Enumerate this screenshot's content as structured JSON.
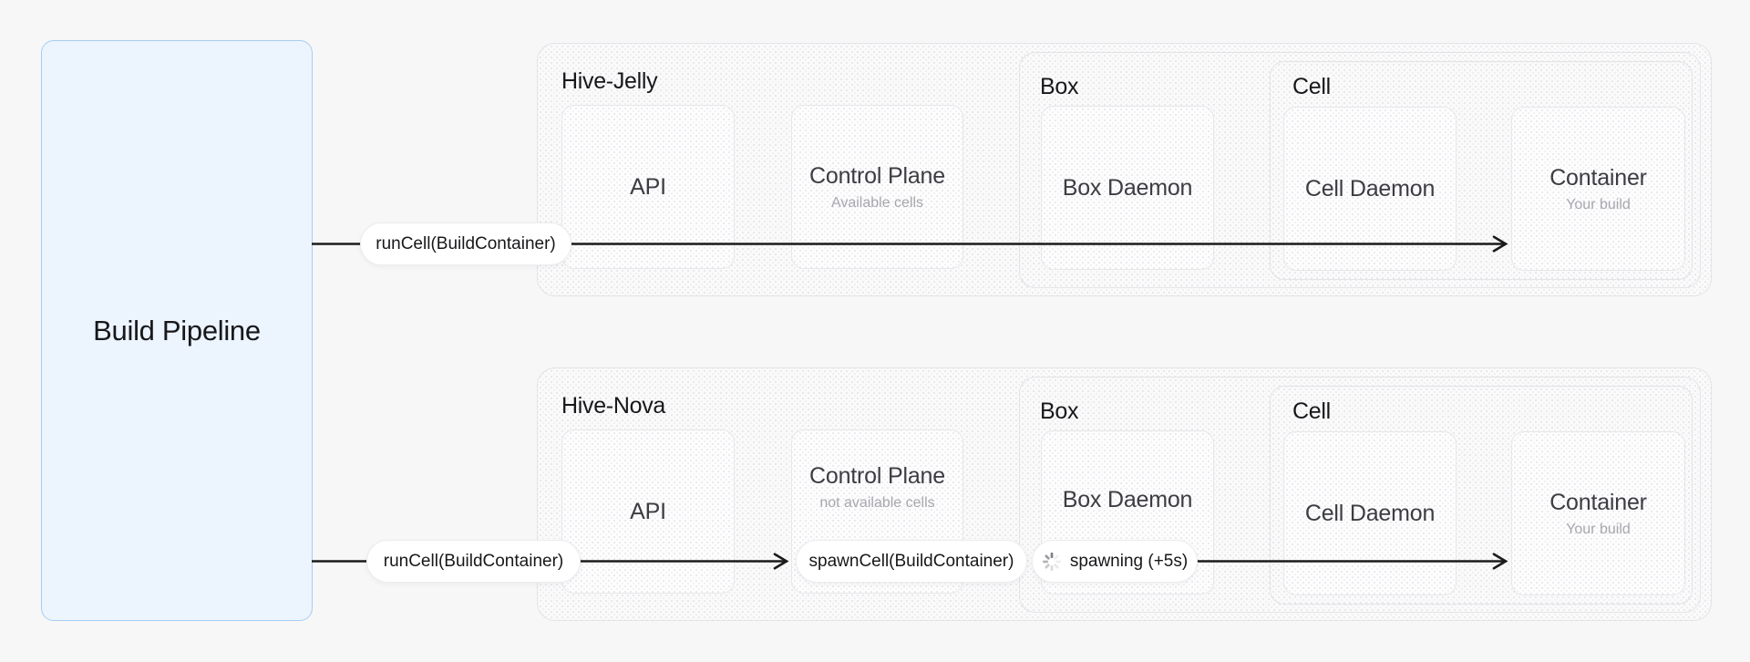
{
  "pipeline": {
    "label": "Build Pipeline"
  },
  "hives": [
    {
      "title": "Hive-Jelly",
      "api_label": "API",
      "control_plane": {
        "label": "Control Plane",
        "caption": "Available cells"
      },
      "box": {
        "title": "Box",
        "daemon_label": "Box Daemon",
        "cell": {
          "title": "Cell",
          "daemon_label": "Cell Daemon",
          "container": {
            "label": "Container",
            "caption": "Your build"
          }
        }
      }
    },
    {
      "title": "Hive-Nova",
      "api_label": "API",
      "control_plane": {
        "label": "Control Plane",
        "caption": "not available cells"
      },
      "box": {
        "title": "Box",
        "daemon_label": "Box Daemon",
        "cell": {
          "title": "Cell",
          "daemon_label": "Cell Daemon",
          "container": {
            "label": "Container",
            "caption": "Your build"
          }
        }
      }
    }
  ],
  "badges": {
    "run_cell": "runCell(BuildContainer)",
    "spawn_cell": "spawnCell(BuildContainer)",
    "spawning": "spawning (+5s)"
  },
  "icons": {
    "spinner": "spinner-icon"
  },
  "colors": {
    "background": "#f7f7f8",
    "container_bg": "#fafafb",
    "container_border": "#e4e4e8",
    "card_bg": "#fdfdfe",
    "card_border": "#e7e7ea",
    "pipeline_fill": "#ecf4fd",
    "pipeline_border": "#a8cdf1",
    "badge_bg": "#ffffff",
    "badge_border": "#ececef",
    "arrow": "#1b1b1b",
    "text_primary": "#18181b",
    "text_secondary": "#3c3c42",
    "text_muted": "#a7a7ad"
  }
}
